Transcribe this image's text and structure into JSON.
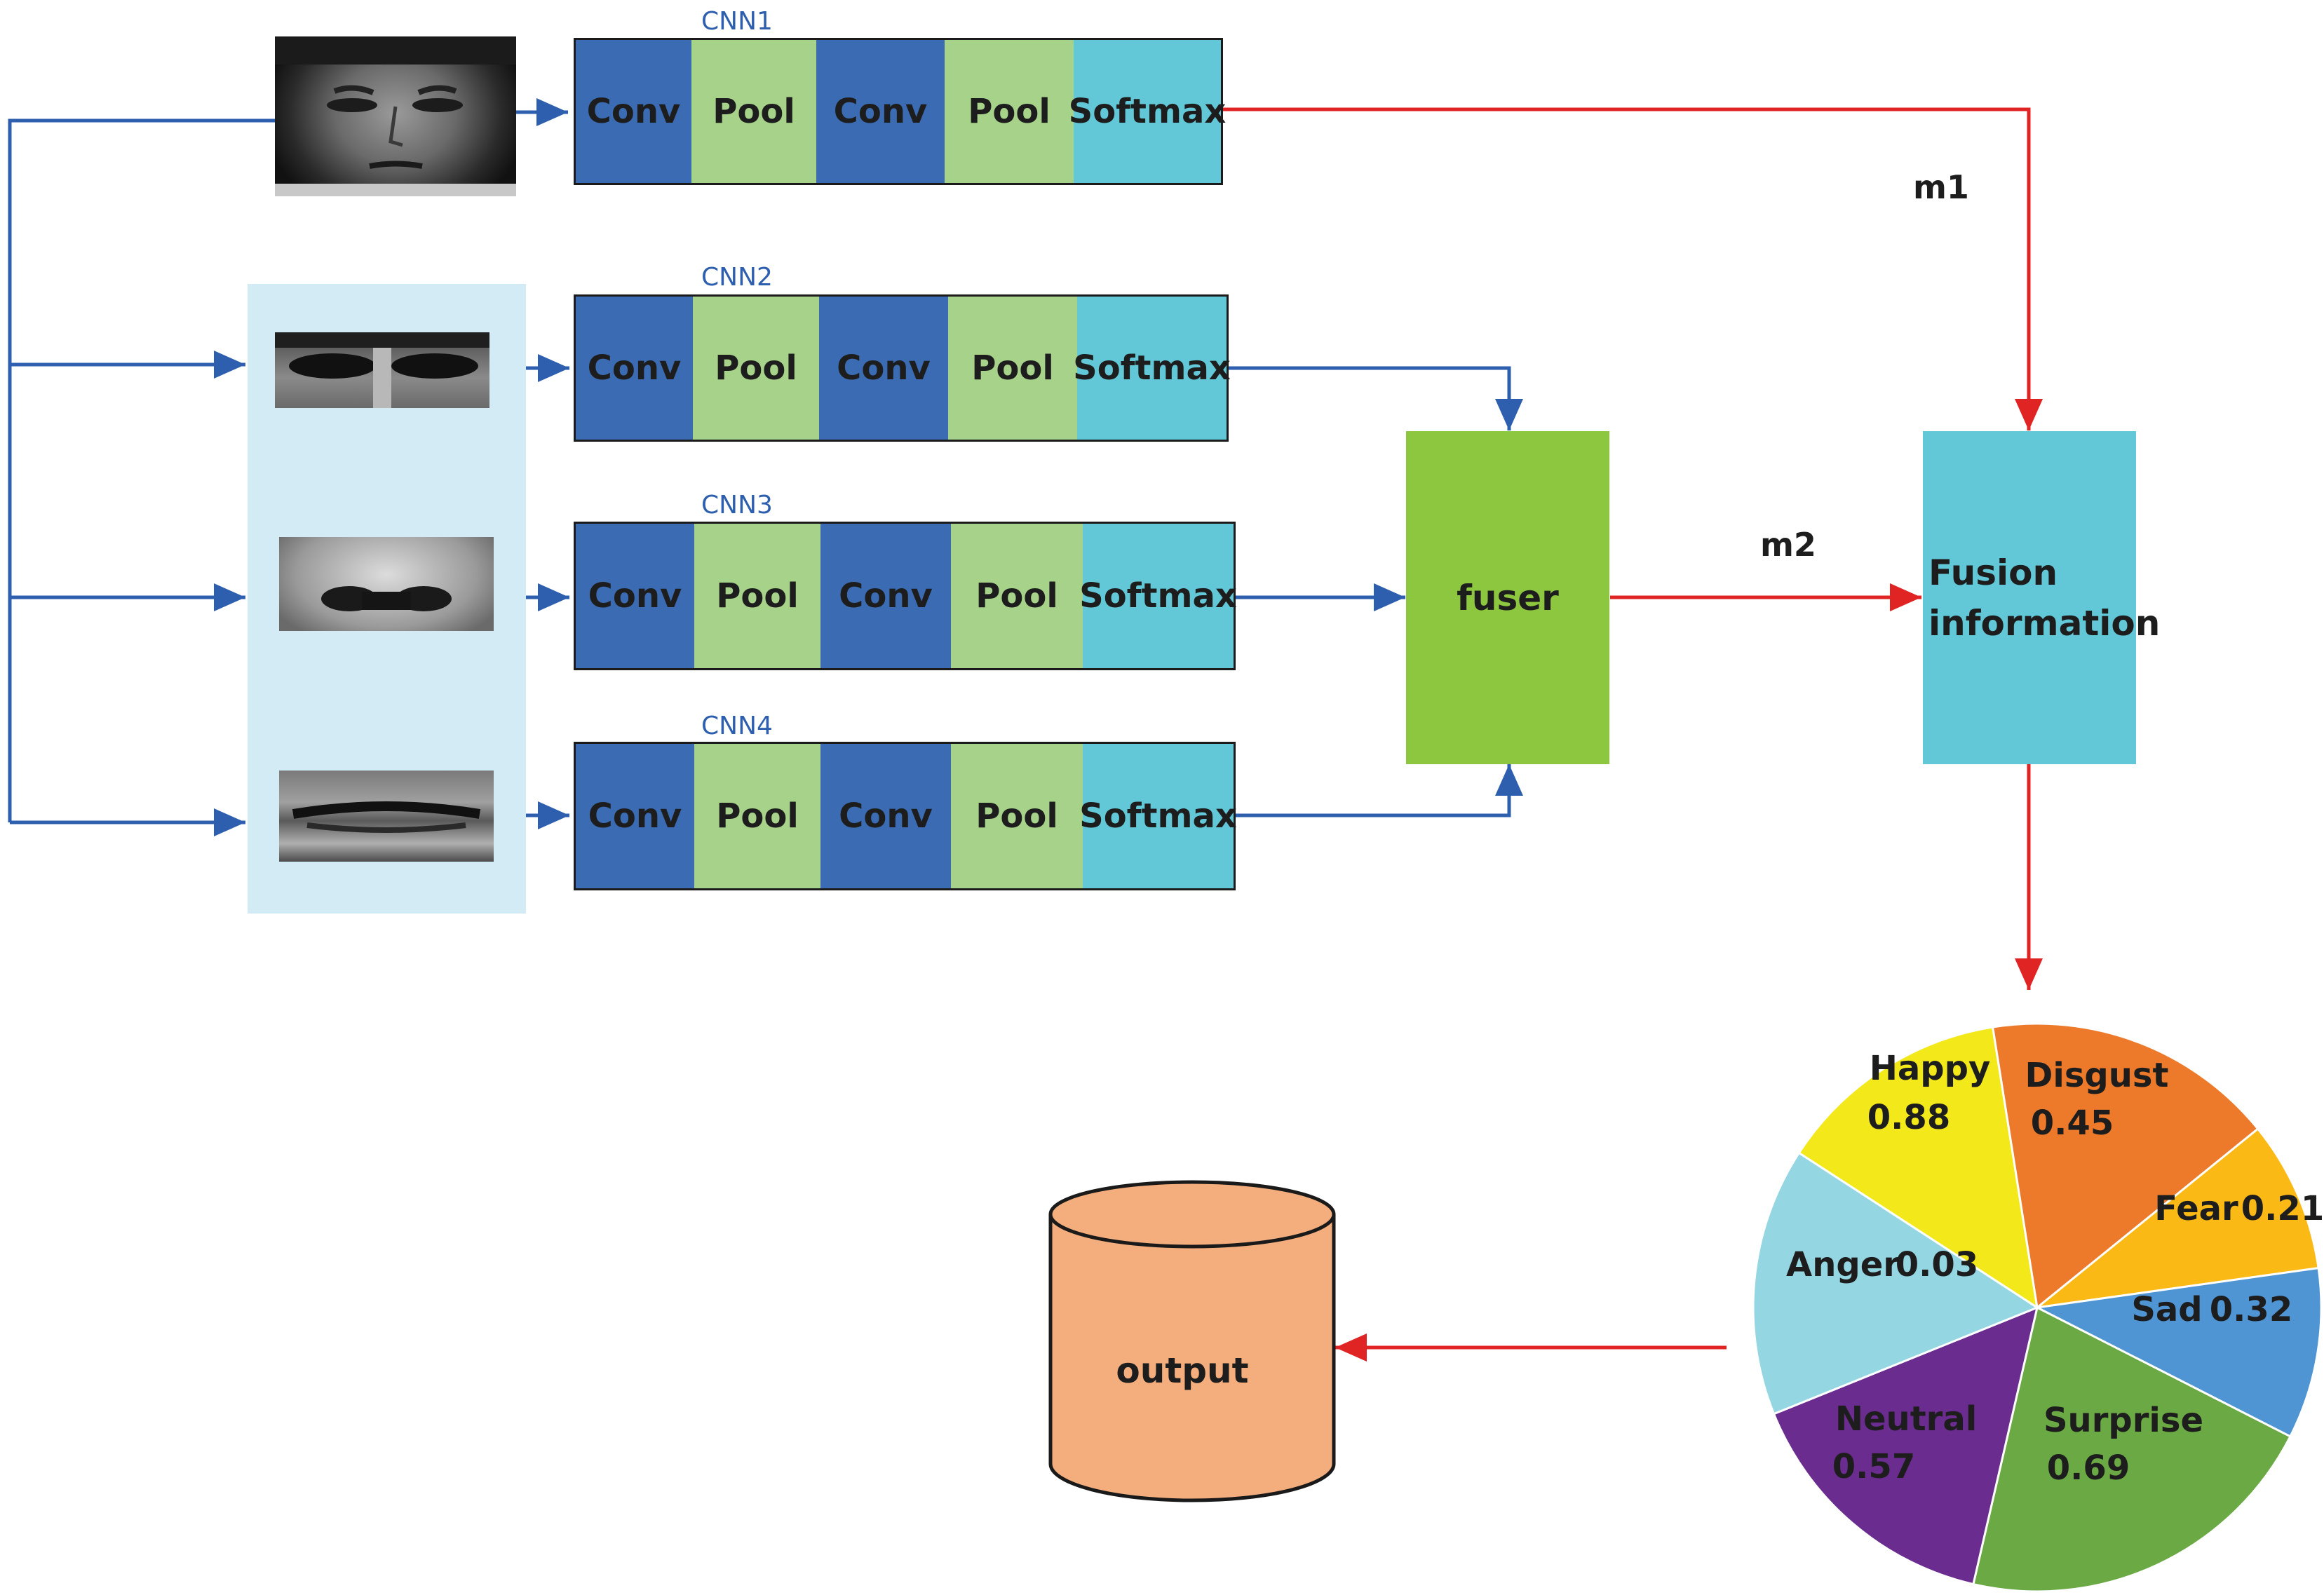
{
  "cnns": [
    {
      "label": "CNN1",
      "blocks": [
        "Conv",
        "Pool",
        "Conv",
        "Pool",
        "Softmax"
      ]
    },
    {
      "label": "CNN2",
      "blocks": [
        "Conv",
        "Pool",
        "Conv",
        "Pool",
        "Softmax"
      ]
    },
    {
      "label": "CNN3",
      "blocks": [
        "Conv",
        "Pool",
        "Conv",
        "Pool",
        "Softmax"
      ]
    },
    {
      "label": "CNN4",
      "blocks": [
        "Conv",
        "Pool",
        "Conv",
        "Pool",
        "Softmax"
      ]
    }
  ],
  "fuser": {
    "label": "fuser"
  },
  "fusion": {
    "line1": "Fusion",
    "line2": "information"
  },
  "edges": {
    "m1": "m1",
    "m2": "m2"
  },
  "output": {
    "label": "output"
  },
  "pie": {
    "slices": [
      {
        "name": "Happy",
        "value": "0.88",
        "color": "#f2e81a"
      },
      {
        "name": "Disgust",
        "value": "0.45",
        "color": "#ec7a2a"
      },
      {
        "name": "Fear",
        "value": "0.21",
        "color": "#fbb915"
      },
      {
        "name": "Sad",
        "value": "0.32",
        "color": "#4f95d3"
      },
      {
        "name": "Surprise",
        "value": "0.69",
        "color": "#6aa944"
      },
      {
        "name": "Neutral",
        "value": "0.57",
        "color": "#6b2c8f"
      },
      {
        "name": "Anger",
        "value": "0.03",
        "color": "#95d6e3"
      }
    ]
  },
  "colors": {
    "flow_blue": "#2e5fae",
    "flow_red": "#e02424",
    "fuser": "#8dc63f",
    "fusion": "#62c8d8",
    "panel": "#d3ebf4",
    "output": "#f4ae7e"
  }
}
